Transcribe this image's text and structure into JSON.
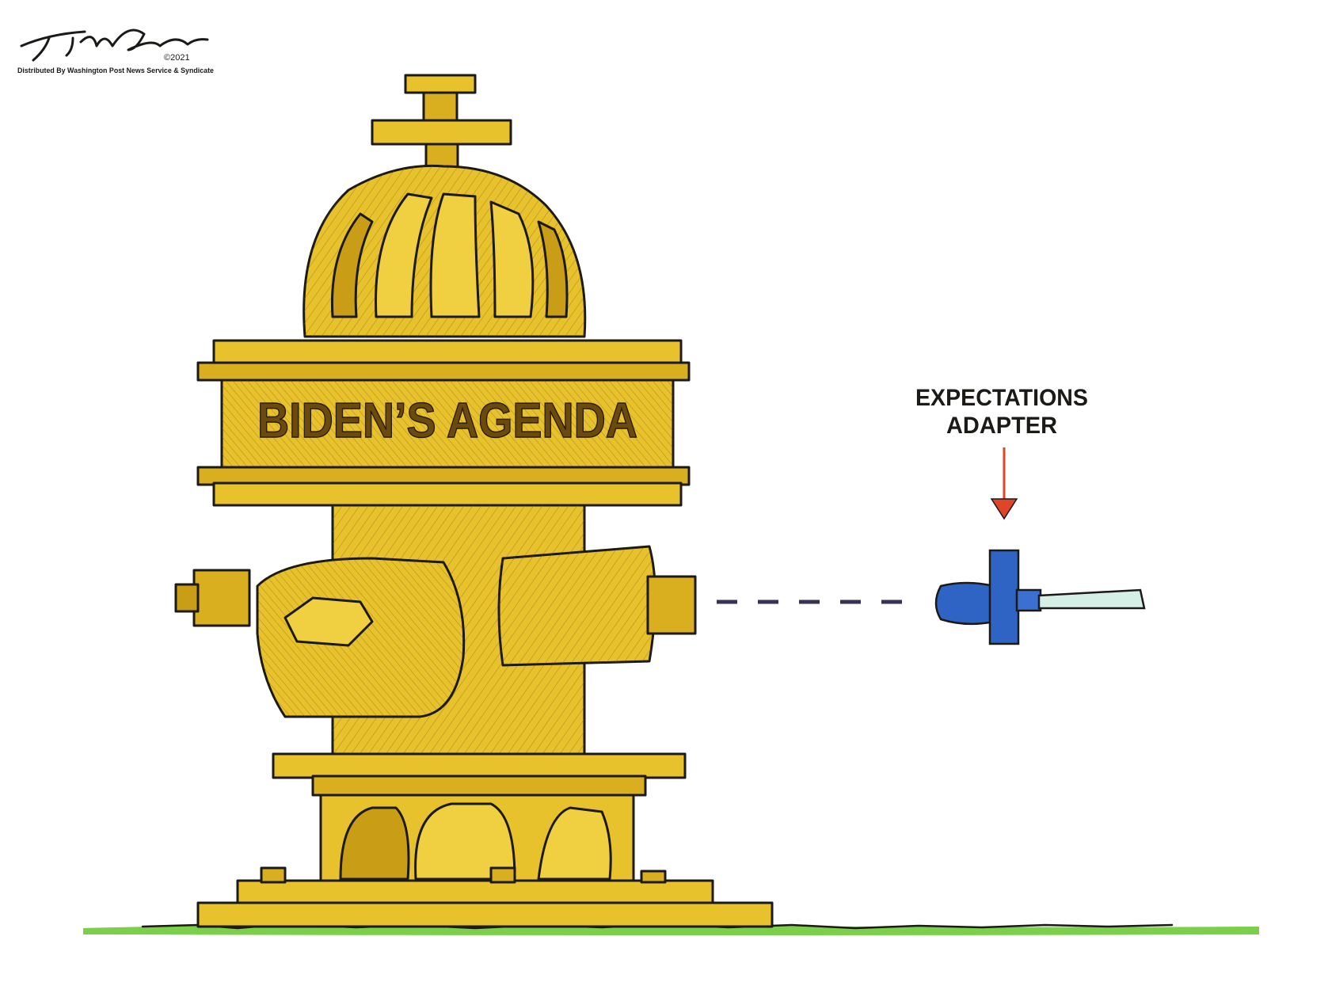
{
  "signature": {
    "artist": "TIM CAMPBELL",
    "copyright": "©2021",
    "distribution": "Distributed By Washington Post News Service & Syndicate"
  },
  "hydrant": {
    "banner_text": "BIDEN’S AGENDA",
    "color": "#e8c22c"
  },
  "adapter": {
    "label_line1": "EXPECTATIONS",
    "label_line2": "ADAPTER",
    "color": "#2f63c4",
    "arrow_color": "#e0452a"
  },
  "ground": {
    "color": "#7ccf4a"
  }
}
